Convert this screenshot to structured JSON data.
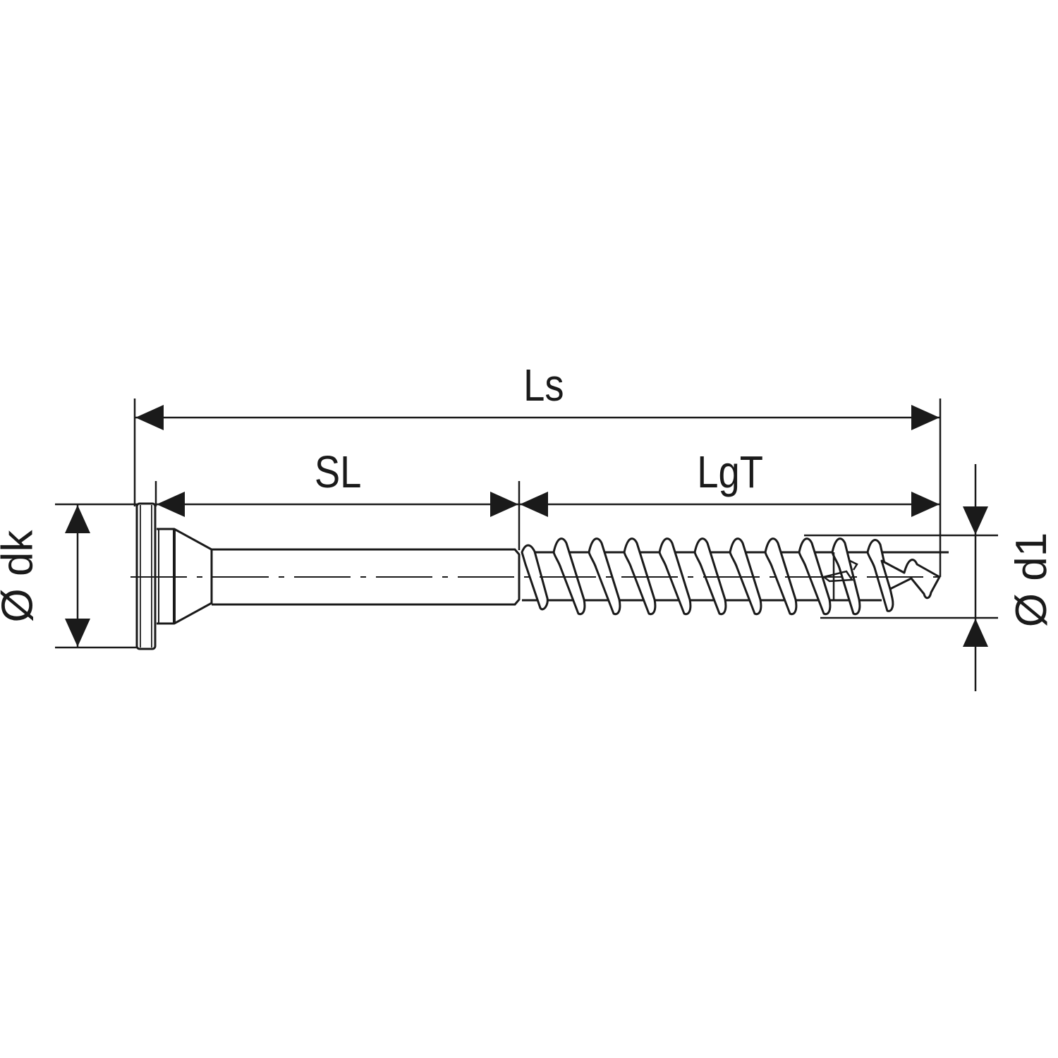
{
  "drawing": {
    "subject": "countersunk screw with shank and partial thread, cutting tip",
    "line_color": "#1a1a1a",
    "background": "#ffffff"
  },
  "dimensions": {
    "total_length": {
      "label": "Ls"
    },
    "shank_length": {
      "label": "SL"
    },
    "thread_length": {
      "label": "LgT"
    },
    "head_diameter": {
      "label": "Ø dk"
    },
    "thread_diameter": {
      "label": "Ø d1"
    }
  }
}
